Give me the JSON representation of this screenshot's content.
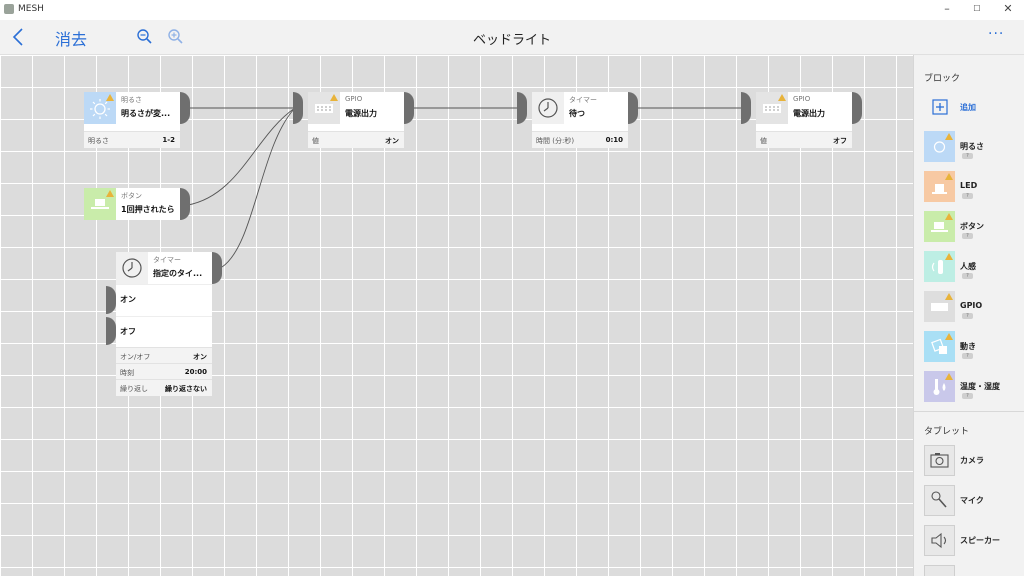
{
  "window": {
    "title": "MESH",
    "minimize": "–",
    "maximize": "☐",
    "close": "✕"
  },
  "toolbar": {
    "clear_label": "消去",
    "title": "ベッドライト",
    "more": "···"
  },
  "blocks": {
    "brightness": {
      "category": "明るさ",
      "name": "明るさが変...",
      "prop_key": "明るさ",
      "prop_value": "1-2",
      "color": "#bcd9f6"
    },
    "button": {
      "category": "ボタン",
      "name": "1回押されたら",
      "color": "#c9ecaa"
    },
    "timer_sched": {
      "category": "タイマー",
      "name": "指定のタイ...",
      "pins": [
        "オン",
        "オフ"
      ],
      "props": [
        {
          "key": "オン/オフ",
          "value": "オン"
        },
        {
          "key": "時刻",
          "value": "20:00"
        },
        {
          "key": "繰り返し",
          "value": "繰り返さない"
        }
      ]
    },
    "gpio_on": {
      "category": "GPIO",
      "name": "電源出力",
      "prop_key": "値",
      "prop_value": "オン",
      "color": "#e4e4e4"
    },
    "wait": {
      "category": "タイマー",
      "name": "待つ",
      "prop_key": "時間 (分:秒)",
      "prop_value": "0:10"
    },
    "gpio_off": {
      "category": "GPIO",
      "name": "電源出力",
      "prop_key": "値",
      "prop_value": "オフ",
      "color": "#e4e4e4"
    }
  },
  "sidebar": {
    "blocks_header": "ブロック",
    "add_label": "追加",
    "items": [
      {
        "label": "明るさ",
        "icon": "brightness-icon",
        "color": "#bcd9f6"
      },
      {
        "label": "LED",
        "icon": "led-icon",
        "color": "#f7c9a3"
      },
      {
        "label": "ボタン",
        "icon": "button-icon",
        "color": "#c9ecaa"
      },
      {
        "label": "人感",
        "icon": "motion-sensor-icon",
        "color": "#bdeee4"
      },
      {
        "label": "GPIO",
        "icon": "gpio-icon",
        "color": "#dedede"
      },
      {
        "label": "動き",
        "icon": "move-icon",
        "color": "#a9dff5"
      },
      {
        "label": "温度・湿度",
        "icon": "temperature-humidity-icon",
        "color": "#c9c8ea"
      }
    ],
    "tablet_header": "タブレット",
    "tablet_items": [
      {
        "label": "カメラ",
        "icon": "camera-icon"
      },
      {
        "label": "マイク",
        "icon": "microphone-icon"
      },
      {
        "label": "スピーカー",
        "icon": "speaker-icon"
      }
    ]
  },
  "colors": {
    "accent": "#2b6fd6",
    "warning": "#e8b33a",
    "port": "#6f6f6f",
    "wire": "#555555"
  }
}
